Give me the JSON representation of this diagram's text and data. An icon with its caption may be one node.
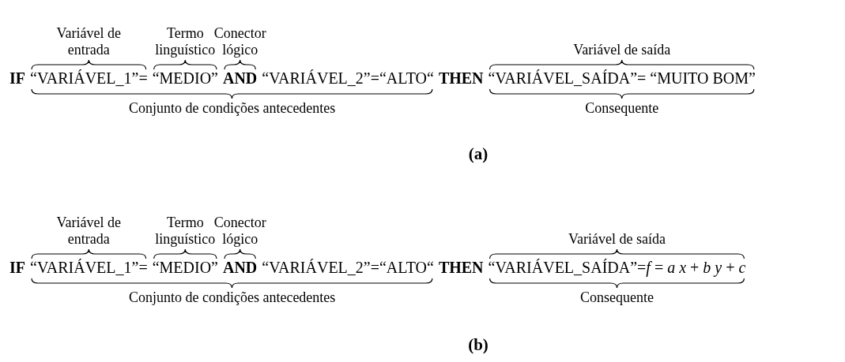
{
  "diagram": {
    "labels": [
      "Variável de entrada",
      "Termo linguístico",
      "Conector lógico",
      "Variável de saída",
      "IF",
      "“VARIÁVEL_1”=",
      "“MEDIO”",
      "AND",
      "“VARIÁVEL_2”=“ALTO“",
      "THEN",
      "“VARIÁVEL_SAÍDA”= “MUITO BOM”",
      "Conjunto de condições antecedentes",
      "Consequente",
      "(a)",
      "Variável de entrada",
      "Termo linguístico",
      "Conector lógico",
      "Variável de saída",
      "IF",
      "“VARIÁVEL_1”=",
      "“MEDIO”",
      "AND",
      "“VARIÁVEL_2”=“ALTO“",
      "THEN",
      "“VARIÁVEL_SAÍDA”=*f* = *a x* + *b y* + *c*",
      "Conjunto de condições antecedentes",
      "Consequente",
      "(b)"
    ]
  }
}
